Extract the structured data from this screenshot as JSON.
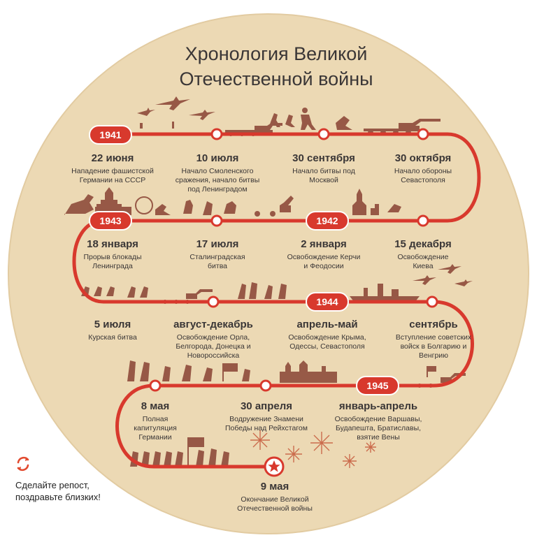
{
  "title": {
    "line1": "Хронология Великой",
    "line2": "Отечественной войны"
  },
  "colors": {
    "accent": "#d8392d",
    "circle": "#ecd9b4",
    "silhouette": "#8e4b3b",
    "text": "#3a3636"
  },
  "years": [
    "1941",
    "1942",
    "1943",
    "1944",
    "1945"
  ],
  "events": [
    {
      "date": "22 июня",
      "text": "Нападение фашистской Германии на СССР"
    },
    {
      "date": "10 июля",
      "text": "Начало Смоленского сражения, начало битвы под Ленинградом"
    },
    {
      "date": "30 сентября",
      "text": "Начало битвы под Москвой"
    },
    {
      "date": "30 октября",
      "text": "Начало обороны Севастополя"
    },
    {
      "date": "18 января",
      "text": "Прорыв блокады Ленинграда"
    },
    {
      "date": "17 июля",
      "text": "Сталинградская битва"
    },
    {
      "date": "2 января",
      "text": "Освобождение Керчи и Феодосии"
    },
    {
      "date": "15 декабря",
      "text": "Освобождение Киева"
    },
    {
      "date": "5 июля",
      "text": "Курская битва"
    },
    {
      "date": "август-декабрь",
      "text": "Освобождение Орла, Белгорода, Донецка и Новороссийска"
    },
    {
      "date": "апрель-май",
      "text": "Освобождение Крыма, Одессы, Севастополя"
    },
    {
      "date": "сентябрь",
      "text": "Вступление советских войск в Болгарию и Венгрию"
    },
    {
      "date": "8 мая",
      "text": "Полная капитуляция Германии"
    },
    {
      "date": "30 апреля",
      "text": "Водружение Знамени Победы над Рейхстагом"
    },
    {
      "date": "январь-апрель",
      "text": "Освобождение Варшавы, Будапешта, Братиславы, взятие Вены"
    },
    {
      "date": "9 мая",
      "text": "Окончание Великой Отечественной войны"
    }
  ],
  "repost": {
    "icon": "repost-icon",
    "text": "Сделайте репост, поздравьте близких!"
  }
}
